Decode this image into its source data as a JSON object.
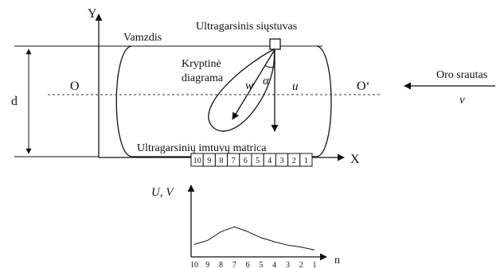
{
  "labels": {
    "axis_y": "Y",
    "axis_x": "X",
    "pipe": "Vamzdis",
    "transmitter": "Ultragarsinis siųstuvas",
    "directional_1": "Kryptinė",
    "directional_2": "diagrama",
    "receiver_matrix": "Ultragarsinių imtuvų matrica",
    "o_left": "O",
    "o_right": "O‘",
    "airflow": "Oro srautas",
    "airflow_symbol": "v",
    "diameter": "d",
    "w": "w",
    "alpha": "α",
    "u": "u"
  },
  "matrix_cells": [
    "10",
    "9",
    "8",
    "7",
    "6",
    "5",
    "4",
    "3",
    "2",
    "1"
  ],
  "chart_data": {
    "type": "line",
    "ylabel": "U, V",
    "xlabel": "n",
    "categories": [
      "10",
      "9",
      "8",
      "7",
      "6",
      "5",
      "4",
      "3",
      "2",
      "1"
    ],
    "series": [
      {
        "values": [
          0.16,
          0.22,
          0.35,
          0.42,
          0.35,
          0.26,
          0.2,
          0.15,
          0.12,
          0.08
        ]
      }
    ],
    "ylim": [
      0,
      1
    ],
    "grid": false
  }
}
